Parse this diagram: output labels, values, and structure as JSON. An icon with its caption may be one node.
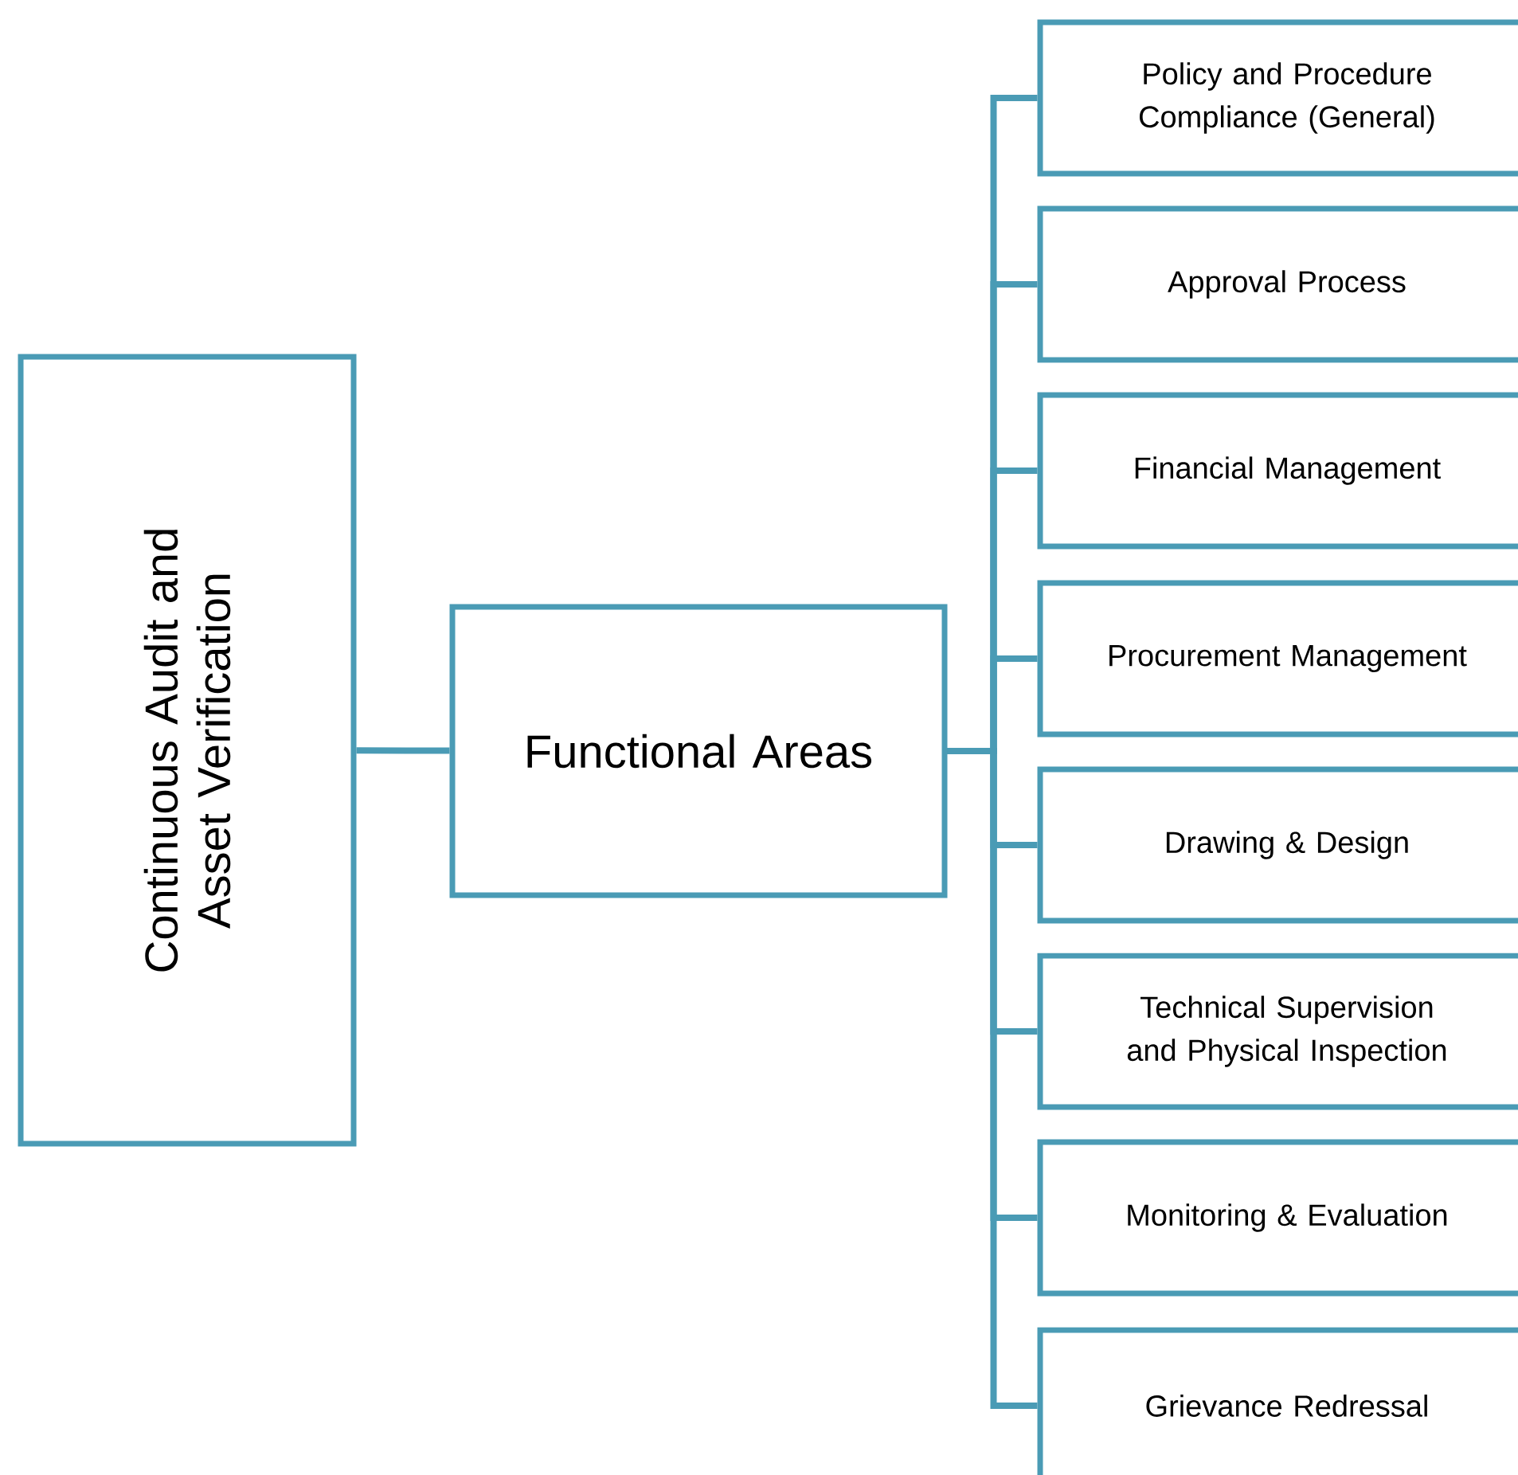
{
  "diagram": {
    "nodes": [
      {
        "text": [
          "Continuous Audit and Asset Verification"
        ]
      },
      {
        "text": [
          "Functional Areas"
        ]
      },
      {
        "text": [
          "Policy and Procedure Compliance (General)"
        ]
      },
      {
        "text": [
          "Approval Process"
        ]
      },
      {
        "text": [
          "Financial Management"
        ]
      },
      {
        "text": [
          "Procurement Management"
        ]
      },
      {
        "text": [
          "Drawing & Design"
        ]
      },
      {
        "text": [
          "Technical Supervision and Physical Inspection"
        ]
      },
      {
        "text": [
          "Monitoring & Evaluation"
        ]
      },
      {
        "text": [
          "Grievance Redressal"
        ]
      }
    ],
    "edges": [
      {
        "from": 0,
        "to": 1,
        "arrow": "none"
      },
      {
        "from": 1,
        "to": 2,
        "arrow": "none"
      },
      {
        "from": 1,
        "to": 3,
        "arrow": "none"
      },
      {
        "from": 1,
        "to": 4,
        "arrow": "none"
      },
      {
        "from": 1,
        "to": 5,
        "arrow": "none"
      },
      {
        "from": 1,
        "to": 6,
        "arrow": "none"
      },
      {
        "from": 1,
        "to": 7,
        "arrow": "none"
      },
      {
        "from": 1,
        "to": 8,
        "arrow": "none"
      },
      {
        "from": 1,
        "to": 9,
        "arrow": "none"
      }
    ]
  }
}
